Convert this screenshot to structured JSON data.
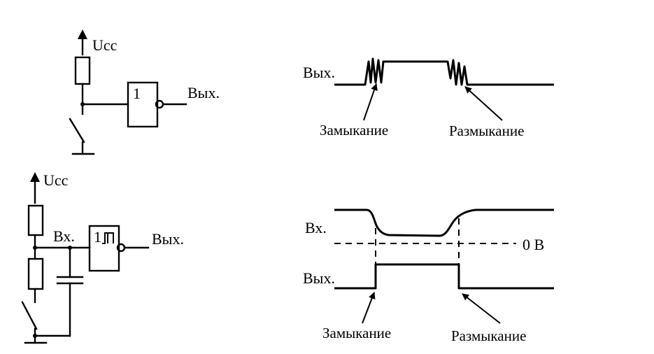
{
  "circuit_top": {
    "supply_label": "Ucc",
    "gate_label": "1",
    "output_label": "Вых."
  },
  "circuit_bottom": {
    "supply_label": "Ucc",
    "input_label": "Вх.",
    "gate_label": "1",
    "output_label": "Вых."
  },
  "timing_top": {
    "output_label": "Вых.",
    "close_label": "Замыкание",
    "open_label": "Размыкание"
  },
  "timing_bottom": {
    "input_label": "Вх.",
    "zero_label": "0 В",
    "output_label": "Вых.",
    "close_label": "Замыкание",
    "open_label": "Размыкание"
  }
}
